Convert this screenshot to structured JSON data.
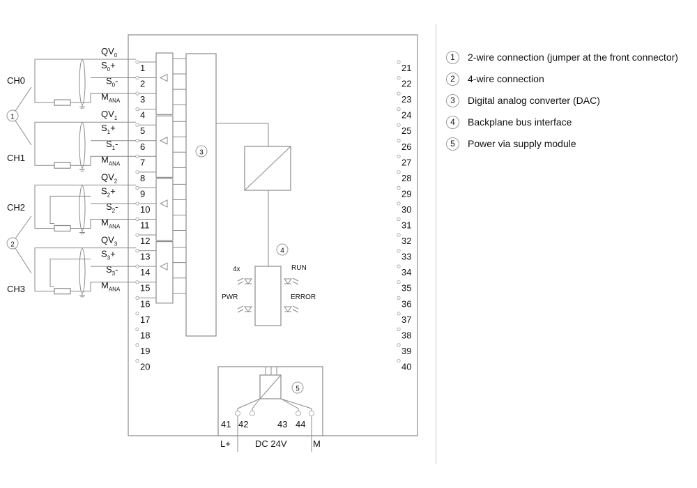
{
  "channels": [
    {
      "label": "CH0",
      "qv": "QV",
      "qv_sub": "0",
      "sp": "S",
      "sp_sub": "0",
      "sp_sign": "+",
      "sm": "S",
      "sm_sub": "0",
      "sm_sign": "-",
      "m": "M",
      "m_sub": "ANA"
    },
    {
      "label": "CH1",
      "qv": "QV",
      "qv_sub": "1",
      "sp": "S",
      "sp_sub": "1",
      "sp_sign": "+",
      "sm": "S",
      "sm_sub": "1",
      "sm_sign": "-",
      "m": "M",
      "m_sub": "ANA"
    },
    {
      "label": "CH2",
      "qv": "QV",
      "qv_sub": "2",
      "sp": "S",
      "sp_sub": "2",
      "sp_sign": "+",
      "sm": "S",
      "sm_sub": "2",
      "sm_sign": "-",
      "m": "M",
      "m_sub": "ANA"
    },
    {
      "label": "CH3",
      "qv": "QV",
      "qv_sub": "3",
      "sp": "S",
      "sp_sub": "3",
      "sp_sign": "+",
      "sm": "S",
      "sm_sub": "3",
      "sm_sign": "-",
      "m": "M",
      "m_sub": "ANA"
    }
  ],
  "pins_left": [
    "1",
    "2",
    "3",
    "4",
    "5",
    "6",
    "7",
    "8",
    "9",
    "10",
    "11",
    "12",
    "13",
    "14",
    "15",
    "16",
    "17",
    "18",
    "19",
    "20"
  ],
  "pins_right": [
    "21",
    "22",
    "23",
    "24",
    "25",
    "26",
    "27",
    "28",
    "29",
    "30",
    "31",
    "32",
    "33",
    "34",
    "35",
    "36",
    "37",
    "38",
    "39",
    "40"
  ],
  "callouts": {
    "c1": "1",
    "c2": "2",
    "c3": "3",
    "c4": "4",
    "c5": "5"
  },
  "leds": {
    "group": "4x",
    "run": "RUN",
    "pwr": "PWR",
    "error": "ERROR"
  },
  "power": {
    "t41": "41",
    "t42": "42",
    "t43": "43",
    "t44": "44",
    "lplus": "L+",
    "dc": "DC 24V",
    "m": "M"
  },
  "legend": [
    {
      "num": "1",
      "text": "2-wire connection (jumper at the front connector)"
    },
    {
      "num": "2",
      "text": "4-wire connection"
    },
    {
      "num": "3",
      "text": "Digital analog converter (DAC)"
    },
    {
      "num": "4",
      "text": "Backplane bus interface"
    },
    {
      "num": "5",
      "text": "Power via supply module"
    }
  ]
}
